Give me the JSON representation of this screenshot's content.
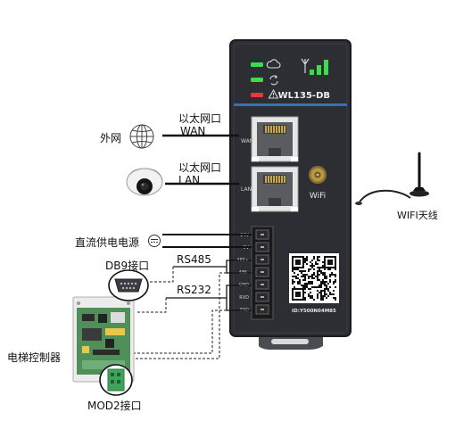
{
  "device": {
    "model": "WL135-DB",
    "wifi_label": "WiFi",
    "wan_port_label": "WAN",
    "lan_port_label": "LAN",
    "id_label": "ID:Y500N04M85",
    "terminals": [
      "24V",
      "0V",
      "485+",
      "485-",
      "GND",
      "RXD",
      "TXD"
    ],
    "signal_bars": 3
  },
  "labels": {
    "ethernet_wan_line1": "以太网口",
    "ethernet_wan_line2": "WAN",
    "ethernet_lan_line1": "以太网口",
    "ethernet_lan_line2": "LAN",
    "extranet": "外网",
    "dc_power": "直流供电电源",
    "rs485": "RS485",
    "rs232": "RS232",
    "db9_port": "DB9接口",
    "elevator_controller": "电梯控制器",
    "mod2_port": "MOD2接口",
    "wifi_antenna": "WIFI天线"
  },
  "colors": {
    "device_body": "#2c2e33",
    "device_edge": "#1b1c1f",
    "accent_line": "#3a6fb3",
    "led_green": "#3ddc4a",
    "led_red": "#e53935",
    "antenna_gold": "#b89746"
  }
}
